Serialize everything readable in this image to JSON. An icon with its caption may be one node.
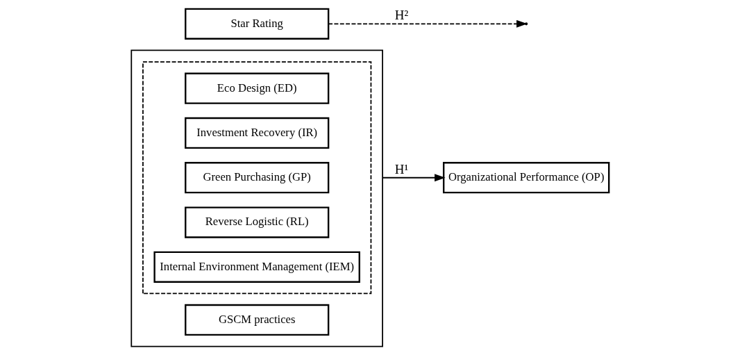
{
  "diagram": {
    "nodes": [
      {
        "text": [],
        "shape": "box"
      },
      {
        "text": [
          "GSCM practices"
        ],
        "in": 0
      },
      {
        "text": [],
        "shape": "box",
        "in": 0
      },
      {
        "text": [
          "Eco Design (ED)"
        ],
        "in": 2
      },
      {
        "text": [
          "Investment Recovery (IR)"
        ],
        "in": 2
      },
      {
        "text": [
          "Green Purchasing (GP)"
        ],
        "in": 2
      },
      {
        "text": [
          "Reverse Logistic (RL)"
        ],
        "in": 2
      },
      {
        "text": [
          "Internal Environment Management (IEM)"
        ],
        "in": 2
      },
      {
        "text": [
          "Star Rating"
        ]
      },
      {
        "text": [
          "Organizational Performance (OP)"
        ]
      }
    ],
    "edges": [
      {
        "from": 0,
        "to": 9,
        "arrow": "to",
        "label": "H¹"
      },
      {
        "from": 8,
        "to": null,
        "arrow": "to",
        "label": "H²",
        "style": "dashed"
      }
    ]
  }
}
